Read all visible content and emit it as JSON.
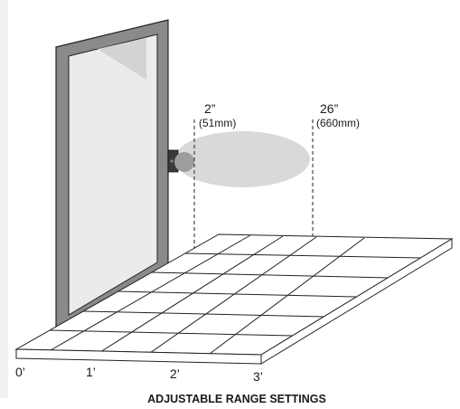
{
  "range_min": {
    "inches": "2”",
    "mm": "(51mm)"
  },
  "range_max": {
    "inches": "26”",
    "mm": "(660mm)"
  },
  "floor_ticks": [
    "0’",
    "1’",
    "2’",
    "3’"
  ],
  "caption": "ADJUSTABLE RANGE SETTINGS",
  "colors": {
    "door_frame": "#8a8a8a",
    "door_panel": "#ebebeb",
    "detection_zone": "#d9d9d9",
    "sensor": "#3a3a3a"
  }
}
